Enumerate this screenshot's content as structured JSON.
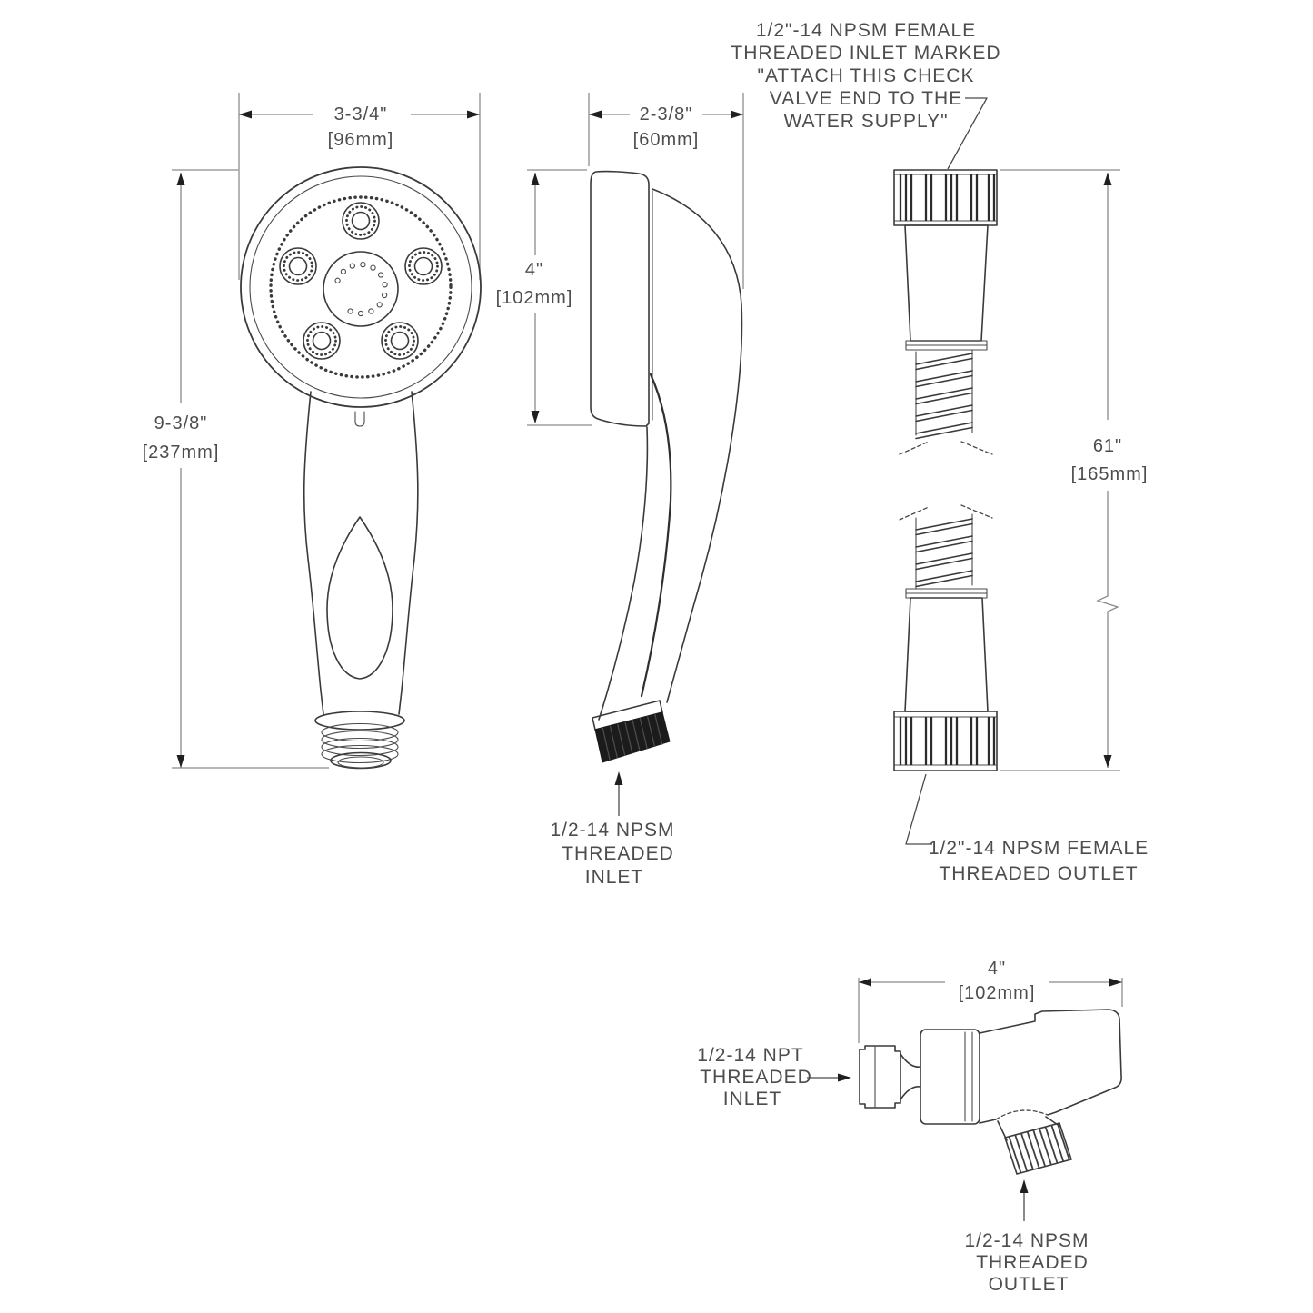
{
  "diagram": {
    "title": "handheld-showerhead-dimension-drawing",
    "colors": {
      "background": "#ffffff",
      "object_line": "#3a3a3a",
      "dimension_line": "#8a8a8a",
      "extension_line": "#adadad",
      "text": "#4d4d4d",
      "thread_fill": "#1b1b1b"
    },
    "front": {
      "width_in": "3-3/4\"",
      "width_mm": "[96mm]",
      "height_in": "9-3/8\"",
      "height_mm": "[237mm]"
    },
    "side": {
      "depth_in": "2-3/8\"",
      "depth_mm": "[60mm]",
      "face_in": "4\"",
      "face_mm": "[102mm]",
      "inlet_label": [
        "1/2-14 NPSM",
        "THREADED",
        "INLET"
      ]
    },
    "hose": {
      "length_in": "61\"",
      "length_mm": "[165mm]",
      "inlet_label": [
        "1/2\"-14 NPSM FEMALE",
        "THREADED INLET MARKED",
        "\"ATTACH THIS CHECK",
        "VALVE END TO THE",
        "WATER SUPPLY\""
      ],
      "outlet_label": [
        "1/2\"-14 NPSM FEMALE",
        "THREADED OUTLET"
      ]
    },
    "mount": {
      "width_in": "4\"",
      "width_mm": "[102mm]",
      "inlet_label": [
        "1/2-14 NPT",
        "THREADED",
        "INLET"
      ],
      "outlet_label": [
        "1/2-14 NPSM",
        "THREADED",
        "OUTLET"
      ]
    }
  }
}
